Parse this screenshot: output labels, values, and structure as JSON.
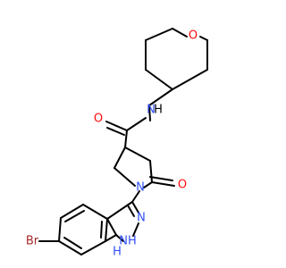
{
  "molecule": {
    "atoms": {
      "O_ring": {
        "label": "O",
        "color": "#ff0d0d"
      },
      "N_amide": {
        "label": "N",
        "color": "#3050f8"
      },
      "H_amide": {
        "label": "H",
        "color": "#000000"
      },
      "O_amide": {
        "label": "O",
        "color": "#ff0d0d"
      },
      "N_pyrrolidine": {
        "label": "N",
        "color": "#3050f8"
      },
      "O_lactam": {
        "label": "O",
        "color": "#ff0d0d"
      },
      "N_indazole": {
        "label": "N",
        "color": "#3050f8"
      },
      "NH_indazole": {
        "label": "NH",
        "color": "#3050f8"
      },
      "H_indazole": {
        "label": "H",
        "color": "#3050f8"
      },
      "Br": {
        "label": "Br",
        "color": "#a62929"
      }
    }
  }
}
